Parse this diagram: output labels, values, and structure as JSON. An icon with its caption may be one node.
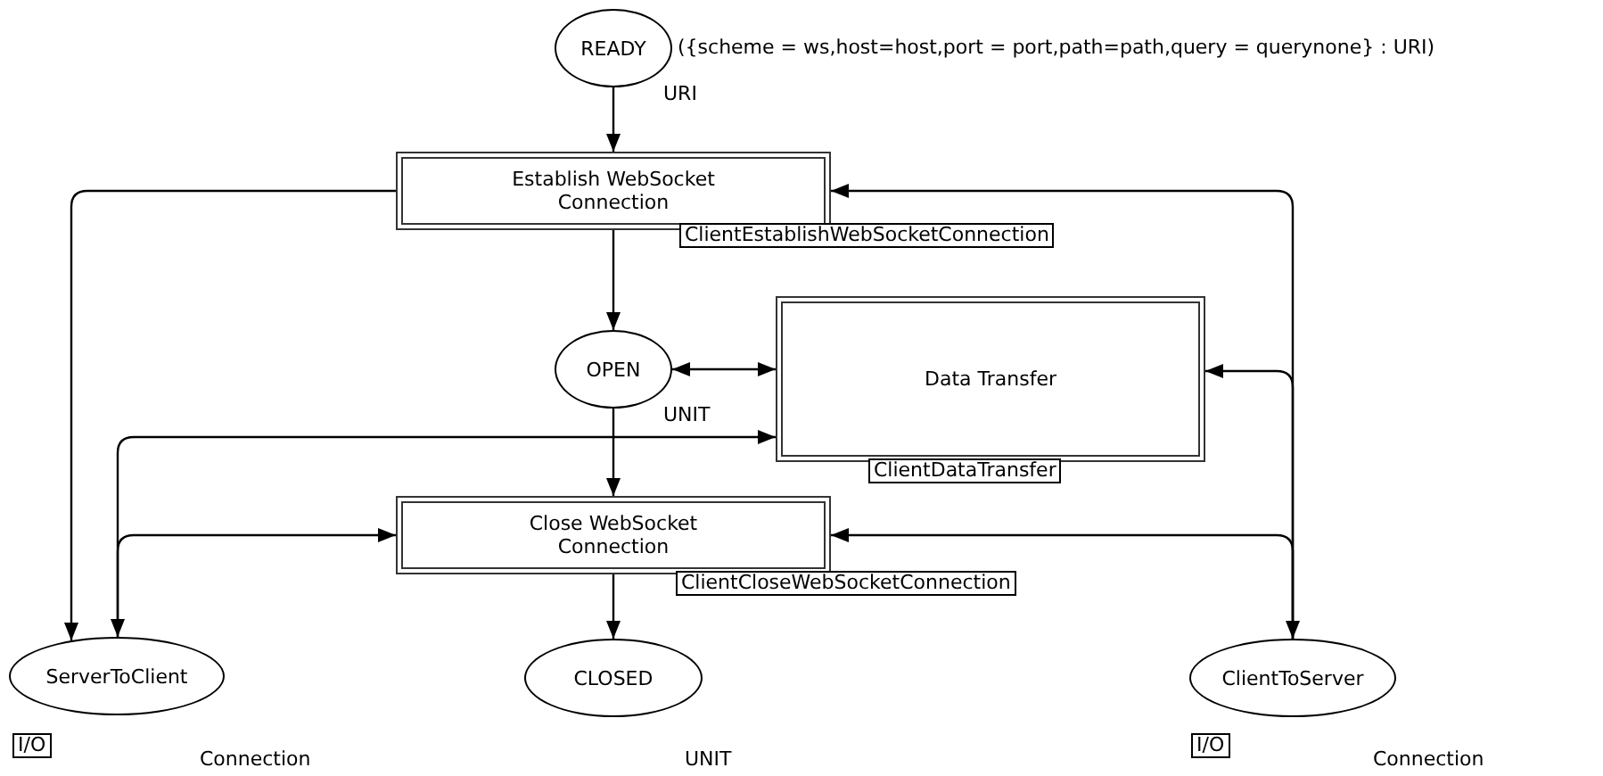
{
  "diagram": {
    "nodes": [
      {
        "text": [
          "READY"
        ],
        "beside": [
          "({scheme = ws,host=host,port = port,path=path,query = querynone} : URI)",
          "URI"
        ]
      },
      {
        "text": [
          "Establish WebSocket Connection"
        ],
        "beside": [
          "ClientEstablishWebSocketConnection"
        ]
      },
      {
        "text": [
          "OPEN"
        ],
        "beside": [
          "UNIT"
        ]
      },
      {
        "text": [
          "Data Transfer"
        ],
        "beside": [
          "ClientDataTransfer"
        ]
      },
      {
        "text": [
          "Close WebSocket Connection"
        ],
        "beside": [
          "ClientCloseWebSocketConnection"
        ]
      },
      {
        "text": [
          "ServerToClient"
        ],
        "beside": [
          "I/O",
          "Connection"
        ]
      },
      {
        "text": [
          "CLOSED"
        ],
        "beside": [
          "UNIT"
        ]
      },
      {
        "text": [
          "ClientToServer"
        ],
        "beside": [
          "I/O",
          "Connection"
        ]
      }
    ],
    "edges": [
      {
        "from": 0,
        "to": 1,
        "arrow": "to"
      },
      {
        "from": 1,
        "to": 2,
        "arrow": "to"
      },
      {
        "from": 2,
        "to": 3,
        "arrow": "both"
      },
      {
        "from": 2,
        "to": 4,
        "arrow": "to"
      },
      {
        "from": 4,
        "to": 6,
        "arrow": "to"
      },
      {
        "from": 1,
        "to": 5,
        "arrow": "to"
      },
      {
        "from": 5,
        "to": 3,
        "arrow": "both"
      },
      {
        "from": 5,
        "to": 4,
        "arrow": "to"
      },
      {
        "from": 7,
        "to": 1,
        "arrow": "to"
      },
      {
        "from": 7,
        "to": 3,
        "arrow": "both"
      },
      {
        "from": 7,
        "to": 4,
        "arrow": "to"
      }
    ]
  }
}
